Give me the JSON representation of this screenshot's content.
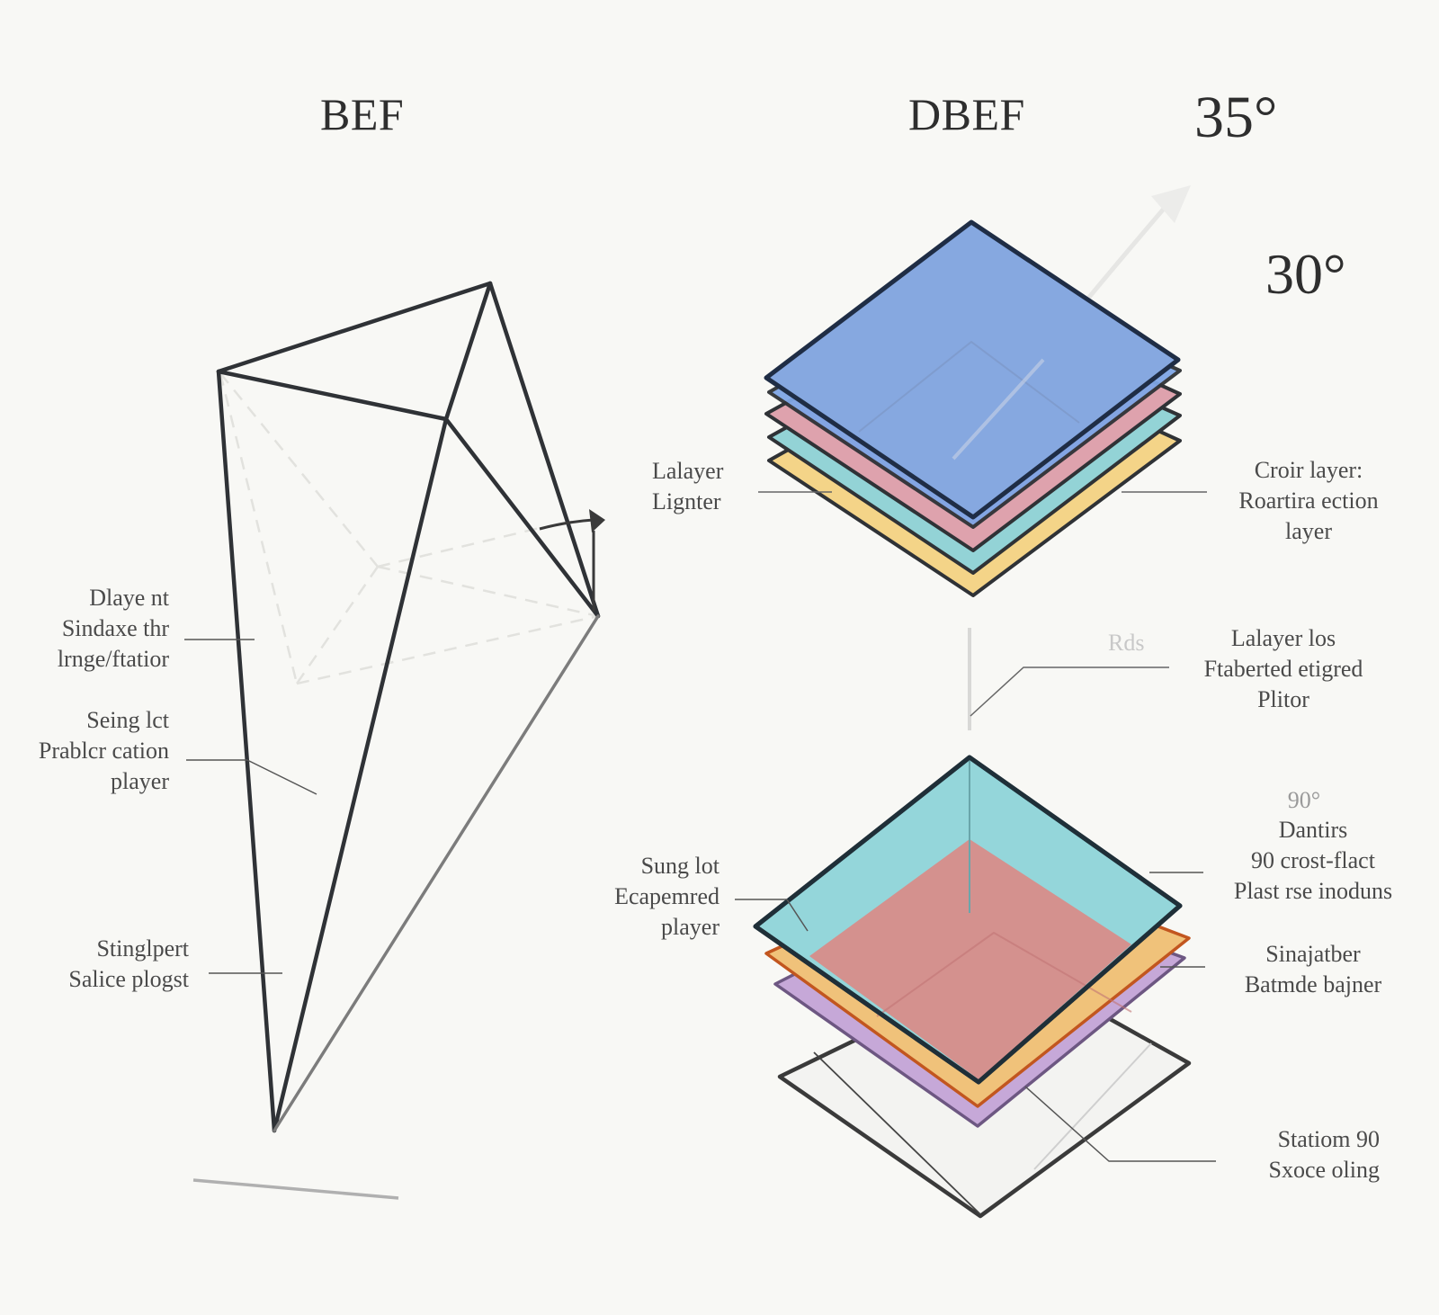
{
  "titles": {
    "left": "BEF",
    "right": "DBEF"
  },
  "angles": {
    "top": "35°",
    "upper_right": "30°",
    "lower_small": "90°"
  },
  "left_labels": [
    {
      "lines": [
        "Dlaye nt",
        "Sindaxe thr",
        "lrnge/ftatior"
      ]
    },
    {
      "lines": [
        "Seing lct",
        "Prablcr cation",
        "player"
      ]
    },
    {
      "lines": [
        "Stinglpert",
        "Salice plogst"
      ]
    }
  ],
  "right_labels": {
    "upper_left": {
      "lines": [
        "Lalayer",
        "Lignter"
      ]
    },
    "upper_right": {
      "lines": [
        "Croir layer:",
        "Roartira ection",
        "layer"
      ]
    },
    "middle_faint": "Rds",
    "middle_right": {
      "lines": [
        "Lalayer los",
        "Ftaberted etigred",
        "Plitor"
      ]
    },
    "lower_left": {
      "lines": [
        "Sung lot",
        "Ecapemred",
        "player"
      ]
    },
    "lower_right_top": {
      "lines": [
        "Dantirs",
        "90  crost-flact",
        "Plast rse inoduns"
      ]
    },
    "lower_right_mid": {
      "lines": [
        "Sinajatber",
        "Batmde bajner"
      ]
    },
    "bottom_right": {
      "lines": [
        "Statiom 90",
        "Sxoce oling"
      ]
    }
  },
  "colors": {
    "background": "#f8f8f5",
    "stroke": "#2f3338",
    "layer_blue": "#86a8e0",
    "layer_pink": "#dea2ad",
    "layer_teal": "#93d3d6",
    "layer_yellow": "#f4d488",
    "layer_cyan": "#94d6da",
    "layer_red": "#d98b88",
    "layer_orange": "#f0c27a",
    "layer_purple": "#c6a8d8",
    "layer_white": "#f3f3f1"
  }
}
